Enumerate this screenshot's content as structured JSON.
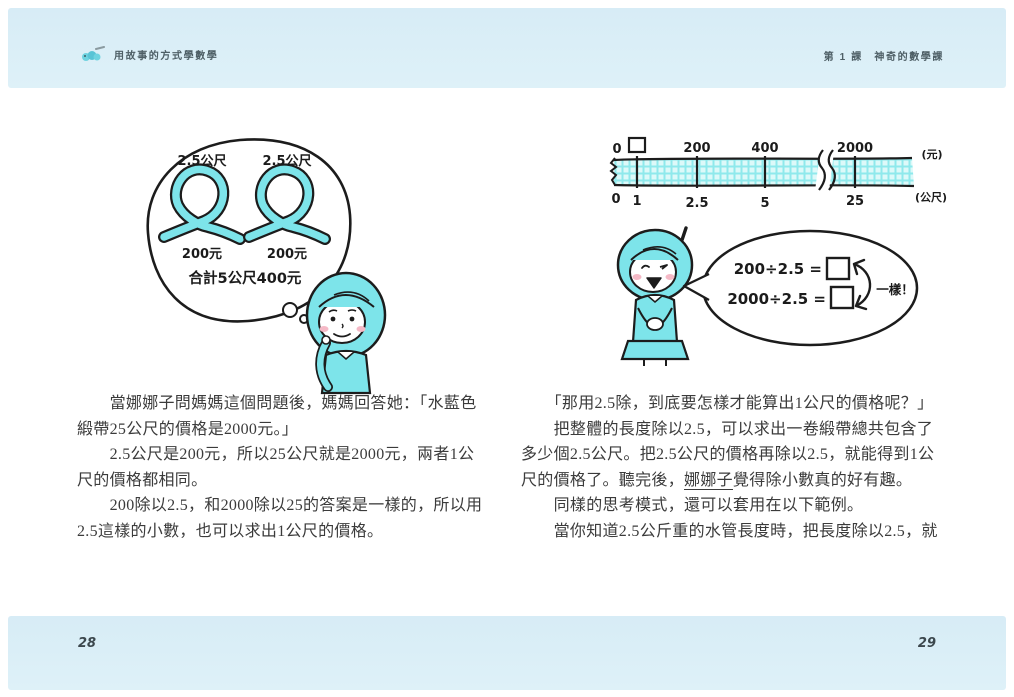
{
  "book": {
    "header_left_title": "用故事的方式學數學",
    "header_right_title": "第 1 課　神奇的數學課",
    "page_number_left": "28",
    "page_number_right": "29",
    "band_color": "#d9edf7",
    "ink_color": "#1c1c1c",
    "illustration_color": "#7de4ea"
  },
  "left_page": {
    "thought_bubble": {
      "ribbon1_length": "2.5公尺",
      "ribbon2_length": "2.5公尺",
      "ribbon1_price": "200元",
      "ribbon2_price": "200元",
      "total": "合計5公尺400元"
    },
    "lines": [
      "　　當娜娜子問媽媽這個問題後，媽媽回答她：「水藍色",
      "緞帶25公尺的價格是2000元。」",
      "　　2.5公尺是200元，所以25公尺就是2000元，兩者1公",
      "尺的價格都相同。",
      "　　200除以2.5，和2000除以25的答案是一樣的，所以用",
      "2.5這樣的小數，也可以求出1公尺的價格。"
    ]
  },
  "right_page": {
    "number_line": {
      "top_origin": "0",
      "bottom_origin": "0",
      "top_labels": [
        "200",
        "400",
        "2000"
      ],
      "bottom_labels": [
        "1",
        "2.5",
        "5",
        "25"
      ],
      "top_unit": "(元)",
      "bottom_unit": "(公尺)"
    },
    "speech_bubble": {
      "equation1": "200÷2.5 =",
      "equation2": "2000÷2.5 =",
      "same_label": "一樣！"
    },
    "lines_a": [
      "　　「那用2.5除，到底要怎樣才能算出1公尺的價格呢？」",
      "　　把整體的長度除以2.5，可以求出一卷緞帶總共包含了",
      "多少個2.5公尺。把2.5公尺的價格再除以2.5，就能得到1公"
    ],
    "line_underline": {
      "pre": "尺的價格了。聽完後，",
      "name": "娜娜子",
      "post": "覺得除小數真的好有趣。"
    },
    "lines_b": [
      "　　同樣的思考模式，還可以套用在以下範例。",
      "　　當你知道2.5公斤重的水管長度時，把長度除以2.5，就"
    ]
  }
}
